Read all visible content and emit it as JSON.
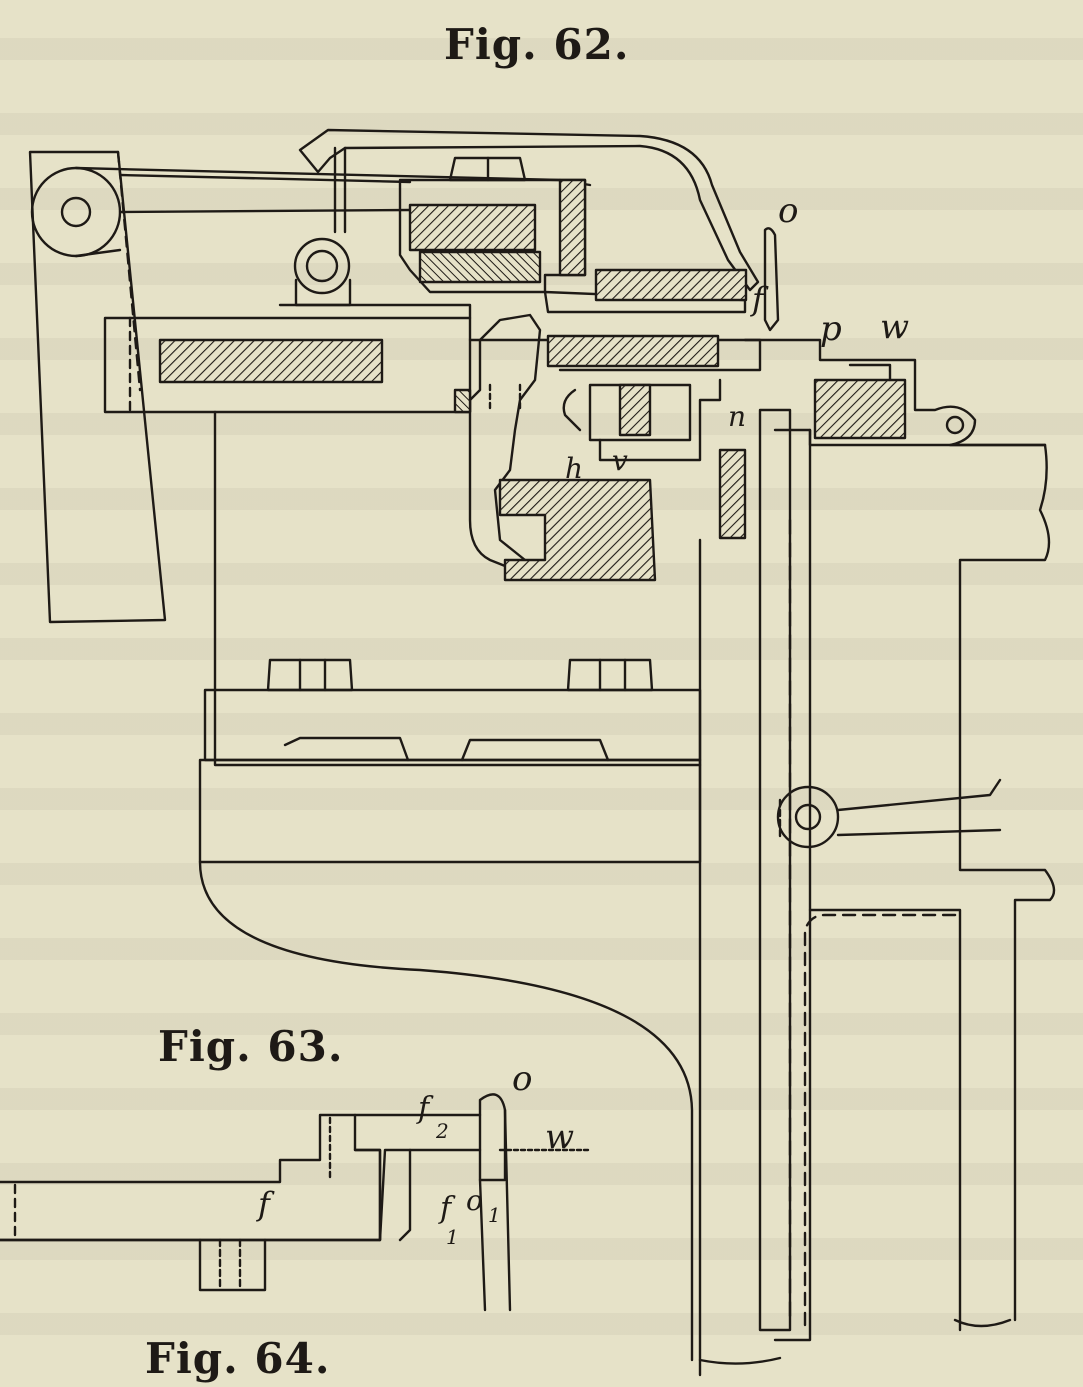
{
  "figures": {
    "fig62": "Fig. 62.",
    "fig63": "Fig. 63.",
    "fig64": "Fig. 64."
  },
  "fig62_labels": {
    "o": "o",
    "f": "f",
    "p": "p",
    "w": "w",
    "h": "h",
    "v": "v",
    "n": "n"
  },
  "fig63_labels": {
    "o": "o",
    "w": "w",
    "f": "f",
    "f2": "f",
    "f2_sub": "2",
    "f1": "f",
    "f1_sub": "1",
    "o1": "o",
    "o1_sub": "1"
  },
  "colors": {
    "ink": "#1e1a16",
    "paper": "#e6e2c8"
  }
}
